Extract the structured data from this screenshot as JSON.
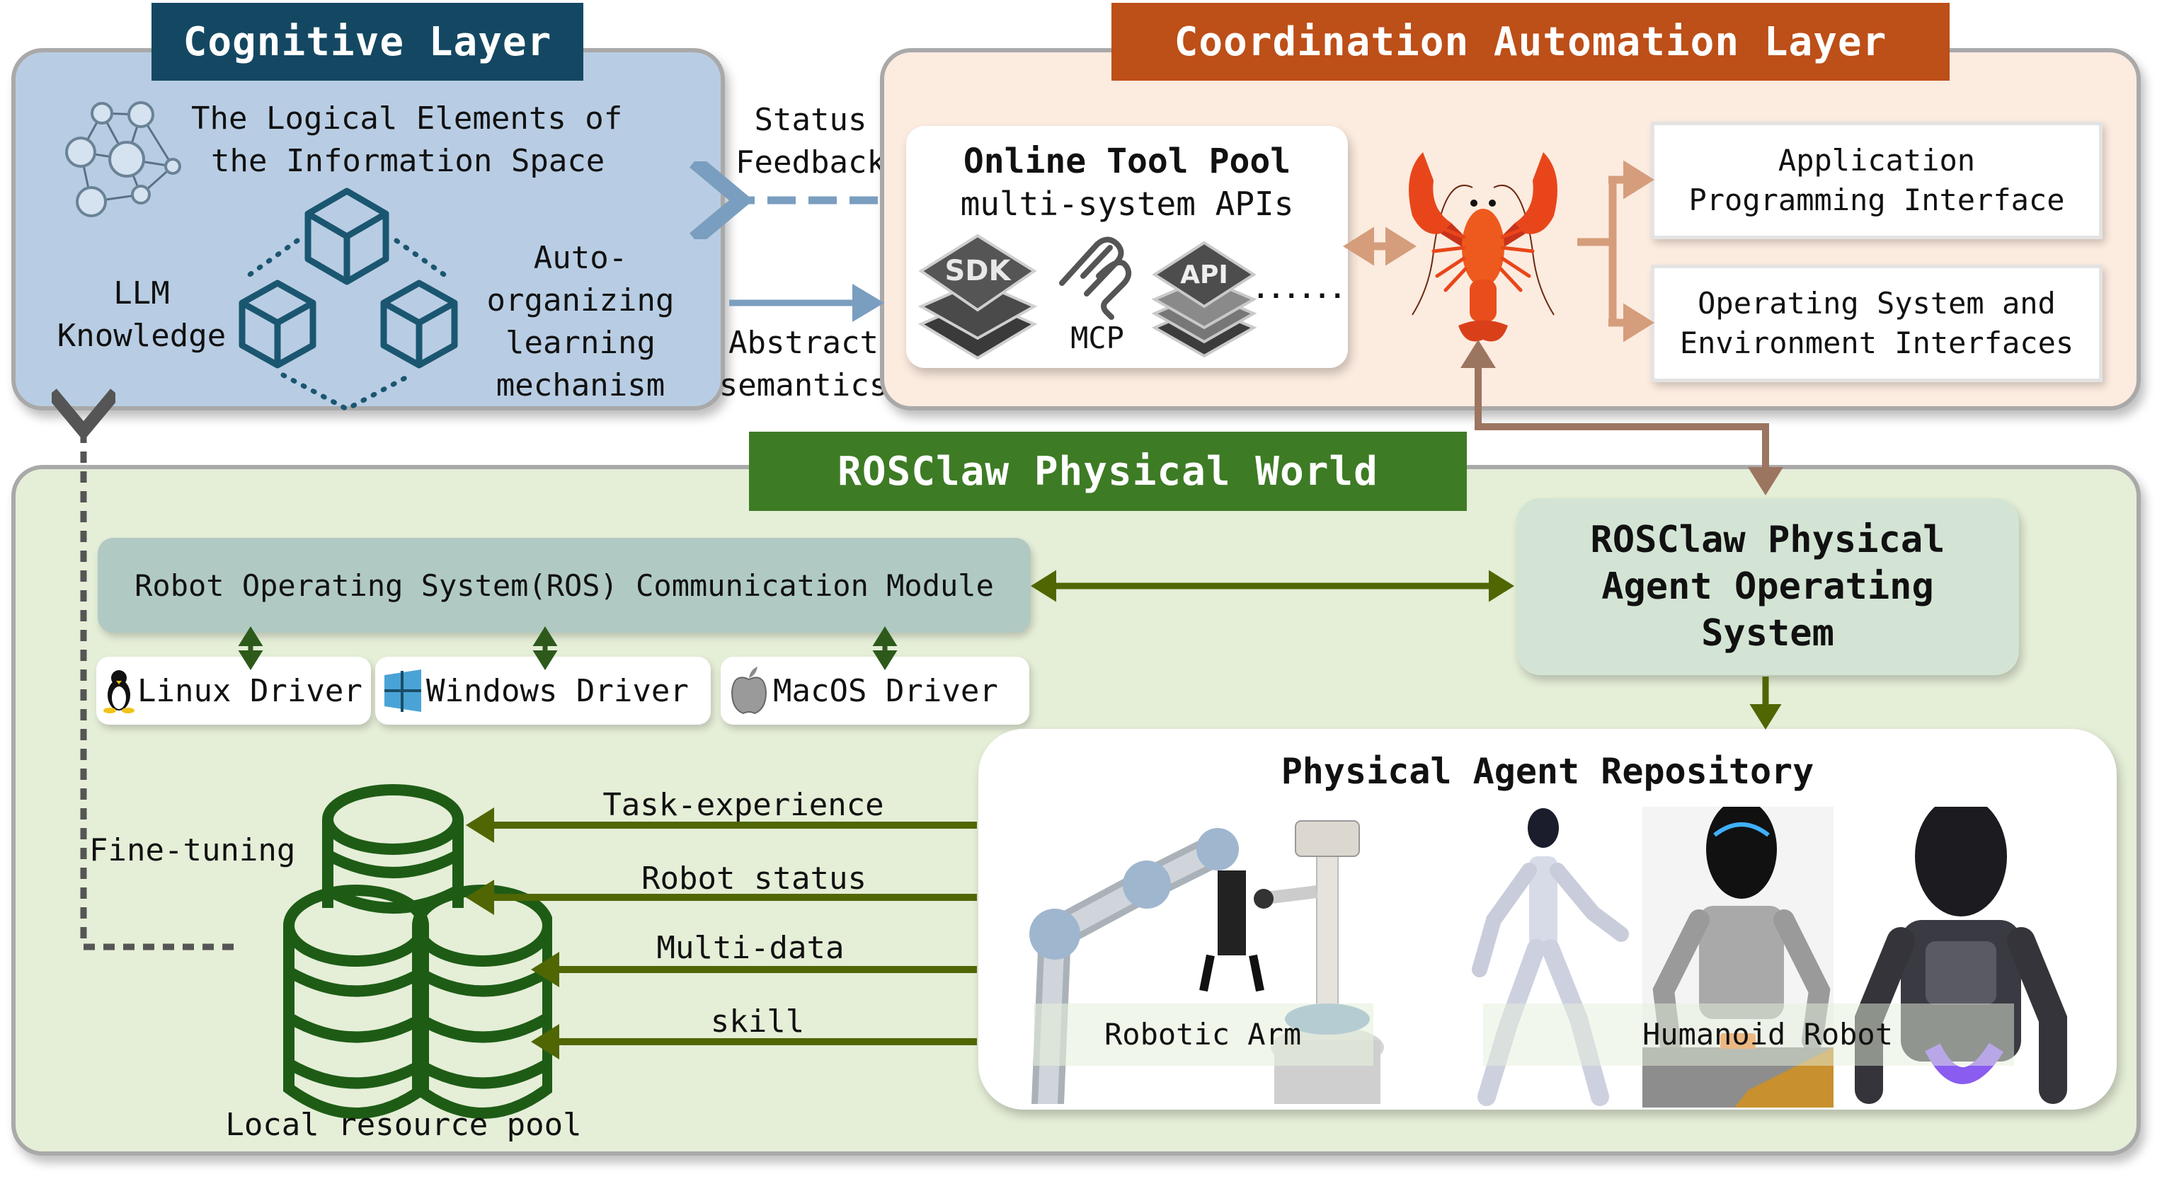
{
  "cognitive_layer": {
    "header": "Cognitive Layer",
    "info_space_line1": "The Logical Elements of",
    "info_space_line2": "the Information Space",
    "llm_line1": "LLM",
    "llm_line2": "Knowledge",
    "auto_line1": "Auto-",
    "auto_line2": "organizing",
    "auto_line3": "learning",
    "auto_line4": "mechanism",
    "icons": [
      "network-graph-icon",
      "cube-cluster-icon"
    ]
  },
  "links_top": {
    "status_line1": "Status",
    "status_line2": "Feedback",
    "abstract_line1": "Abstract",
    "abstract_line2": "semantics"
  },
  "coordination_layer": {
    "header": "Coordination Automation Layer",
    "tool_pool_title": "Online Tool Pool",
    "tool_pool_subtitle": "multi-system APIs",
    "sdk_label": "SDK",
    "mcp_label": "MCP",
    "api_label": "API",
    "ellipsis": "......",
    "api_box_line1": "Application",
    "api_box_line2": "Programming Interface",
    "os_box_line1": "Operating System and",
    "os_box_line2": "Environment Interfaces",
    "mascot": "lobster-icon"
  },
  "physical_world": {
    "header": "ROSClaw Physical World",
    "ros_module": "Robot Operating System(ROS) Communication Module",
    "drivers": [
      {
        "label": "Linux Driver",
        "icon": "linux-penguin-icon"
      },
      {
        "label": "Windows Driver",
        "icon": "windows-logo-icon"
      },
      {
        "label": "MacOS Driver",
        "icon": "apple-logo-icon"
      }
    ],
    "agent_os_line1": "ROSClaw Physical",
    "agent_os_line2": "Agent Operating",
    "agent_os_line3": "System",
    "fine_tuning": "Fine-tuning",
    "local_pool": "Local resource pool",
    "flows": [
      "Task-experience",
      "Robot status",
      "Multi-data",
      "skill"
    ],
    "repository_title": "Physical Agent Repository",
    "robotic_arm_label": "Robotic Arm",
    "humanoid_label": "Humanoid Robot"
  },
  "colors": {
    "cognitive_header": "#144862",
    "cognitive_bg": "#b8cde3",
    "coordination_header": "#bd4f18",
    "coordination_bg": "#fcebdf",
    "physical_header": "#3e7b25",
    "physical_bg": "#e5eed7",
    "ros_module_bg": "#b0cac3",
    "agent_os_bg": "#d3e4d4",
    "flow_arrow": "#4f6603",
    "db_green": "#1e5c16",
    "cube_blue": "#1b5670",
    "feedback_arrow": "#7a9ebf",
    "orange_arrow": "#d59d7c",
    "brown_arrow": "#9c7560"
  }
}
